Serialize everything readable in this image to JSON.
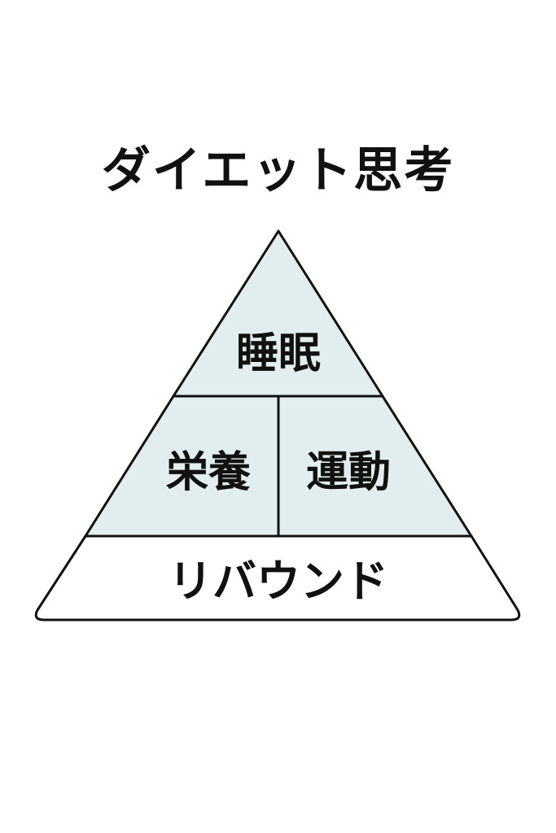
{
  "title": "ダイエット思考",
  "pyramid": {
    "top": "睡眠",
    "middle_left": "栄養",
    "middle_right": "運動",
    "base": "リバウンド"
  },
  "colors": {
    "fill_upper": "#e2eeee",
    "fill_base": "#ffffff",
    "stroke": "#111111"
  }
}
